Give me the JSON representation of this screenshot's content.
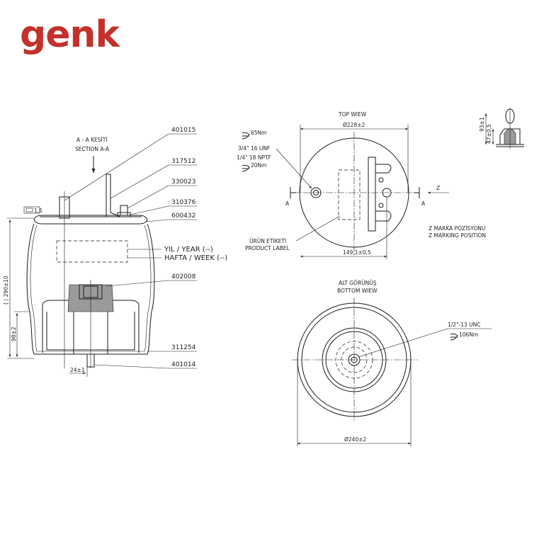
{
  "brand": {
    "logo_text": "genk",
    "color": "#c4302b"
  },
  "section_view": {
    "title_line1": "A - A KESİTİ",
    "title_line2": "SECTION A-A",
    "flat_symbol": "1,5",
    "height_dim": "( ) 290±10",
    "lower_dim": "98±2",
    "stud_dim": "24±1",
    "year_label": "YIL / YEAR (--)",
    "week_label": "HAFTA / WEEK (--)",
    "part_numbers": [
      "401015",
      "317512",
      "330023",
      "310376",
      "600432",
      "402008",
      "311254",
      "401014"
    ]
  },
  "top_view": {
    "title": "TOP WIEW",
    "diameter_dim": "Ø228±2",
    "torque_1": "65Nm",
    "thread_1": "3/4\" 16 UNF",
    "thread_2": "1/4\" 18 NPTF",
    "torque_2": "20Nm",
    "section_mark_left": "A",
    "section_mark_right": "A",
    "z_mark": "Z",
    "product_label_tr": "ÜRÜN ETİKETİ",
    "product_label_en": "PRODUCT LABEL",
    "offset_dim": "149,1±0,5",
    "z_marking_tr": "Z MARKA POZİSYONU",
    "z_marking_en": "Z MARKING POSITION"
  },
  "bottom_view": {
    "title_tr": "ALT GÖRÜNÜŞ",
    "title_en": "BOTTOM WIEW",
    "thread": "1/2\"-13 UNC",
    "torque": "106Nm",
    "diameter_dim": "Ø240±2"
  },
  "detail_z": {
    "dim_height": "93±1",
    "dim_small": "47±0,5"
  }
}
